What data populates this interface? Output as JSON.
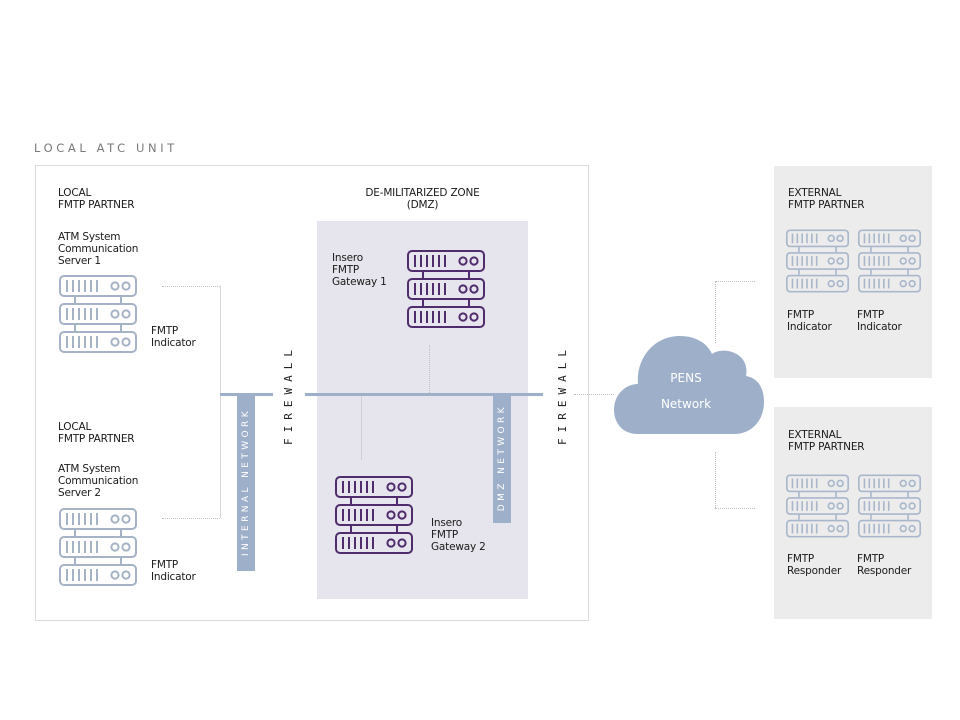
{
  "diagram": {
    "unit_title": "LOCAL ATC UNIT",
    "colors": {
      "network_bar": "#9eb0c9",
      "local_server": "#a6b3c6",
      "gateway_server": "#4f2c6b",
      "external_server": "#a9b7cb",
      "dmz_background": "#e6e4ec",
      "external_background": "#ececec"
    },
    "local_partner_1": {
      "heading": "LOCAL\nFMTP PARTNER",
      "server_label": "ATM System\nCommunication\nServer 1",
      "role": "FMTP\nIndicator",
      "icon": "server-rack-icon"
    },
    "local_partner_2": {
      "heading": "LOCAL\nFMTP PARTNER",
      "server_label": "ATM System\nCommunication\nServer 2",
      "role": "FMTP\nIndicator",
      "icon": "server-rack-icon"
    },
    "internal_network": {
      "label": "INTERNAL NETWORK"
    },
    "firewall_1": {
      "label": "FIREWALL"
    },
    "dmz": {
      "heading": "DE-MILITARIZED ZONE\n(DMZ)",
      "gateway_1": "Insero\nFMTP\nGateway 1",
      "gateway_2": "Insero\nFMTP\nGateway 2",
      "network_label": "DMZ NETWORK"
    },
    "firewall_2": {
      "label": "FIREWALL"
    },
    "cloud": {
      "line1": "PENS",
      "line2": "Network",
      "icon": "cloud-icon"
    },
    "external_partner_1": {
      "heading": "EXTERNAL\nFMTP PARTNER",
      "roles": [
        "FMTP\nIndicator",
        "FMTP\nIndicator"
      ]
    },
    "external_partner_2": {
      "heading": "EXTERNAL\nFMTP PARTNER",
      "roles": [
        "FMTP\nResponder",
        "FMTP\nResponder"
      ]
    }
  }
}
